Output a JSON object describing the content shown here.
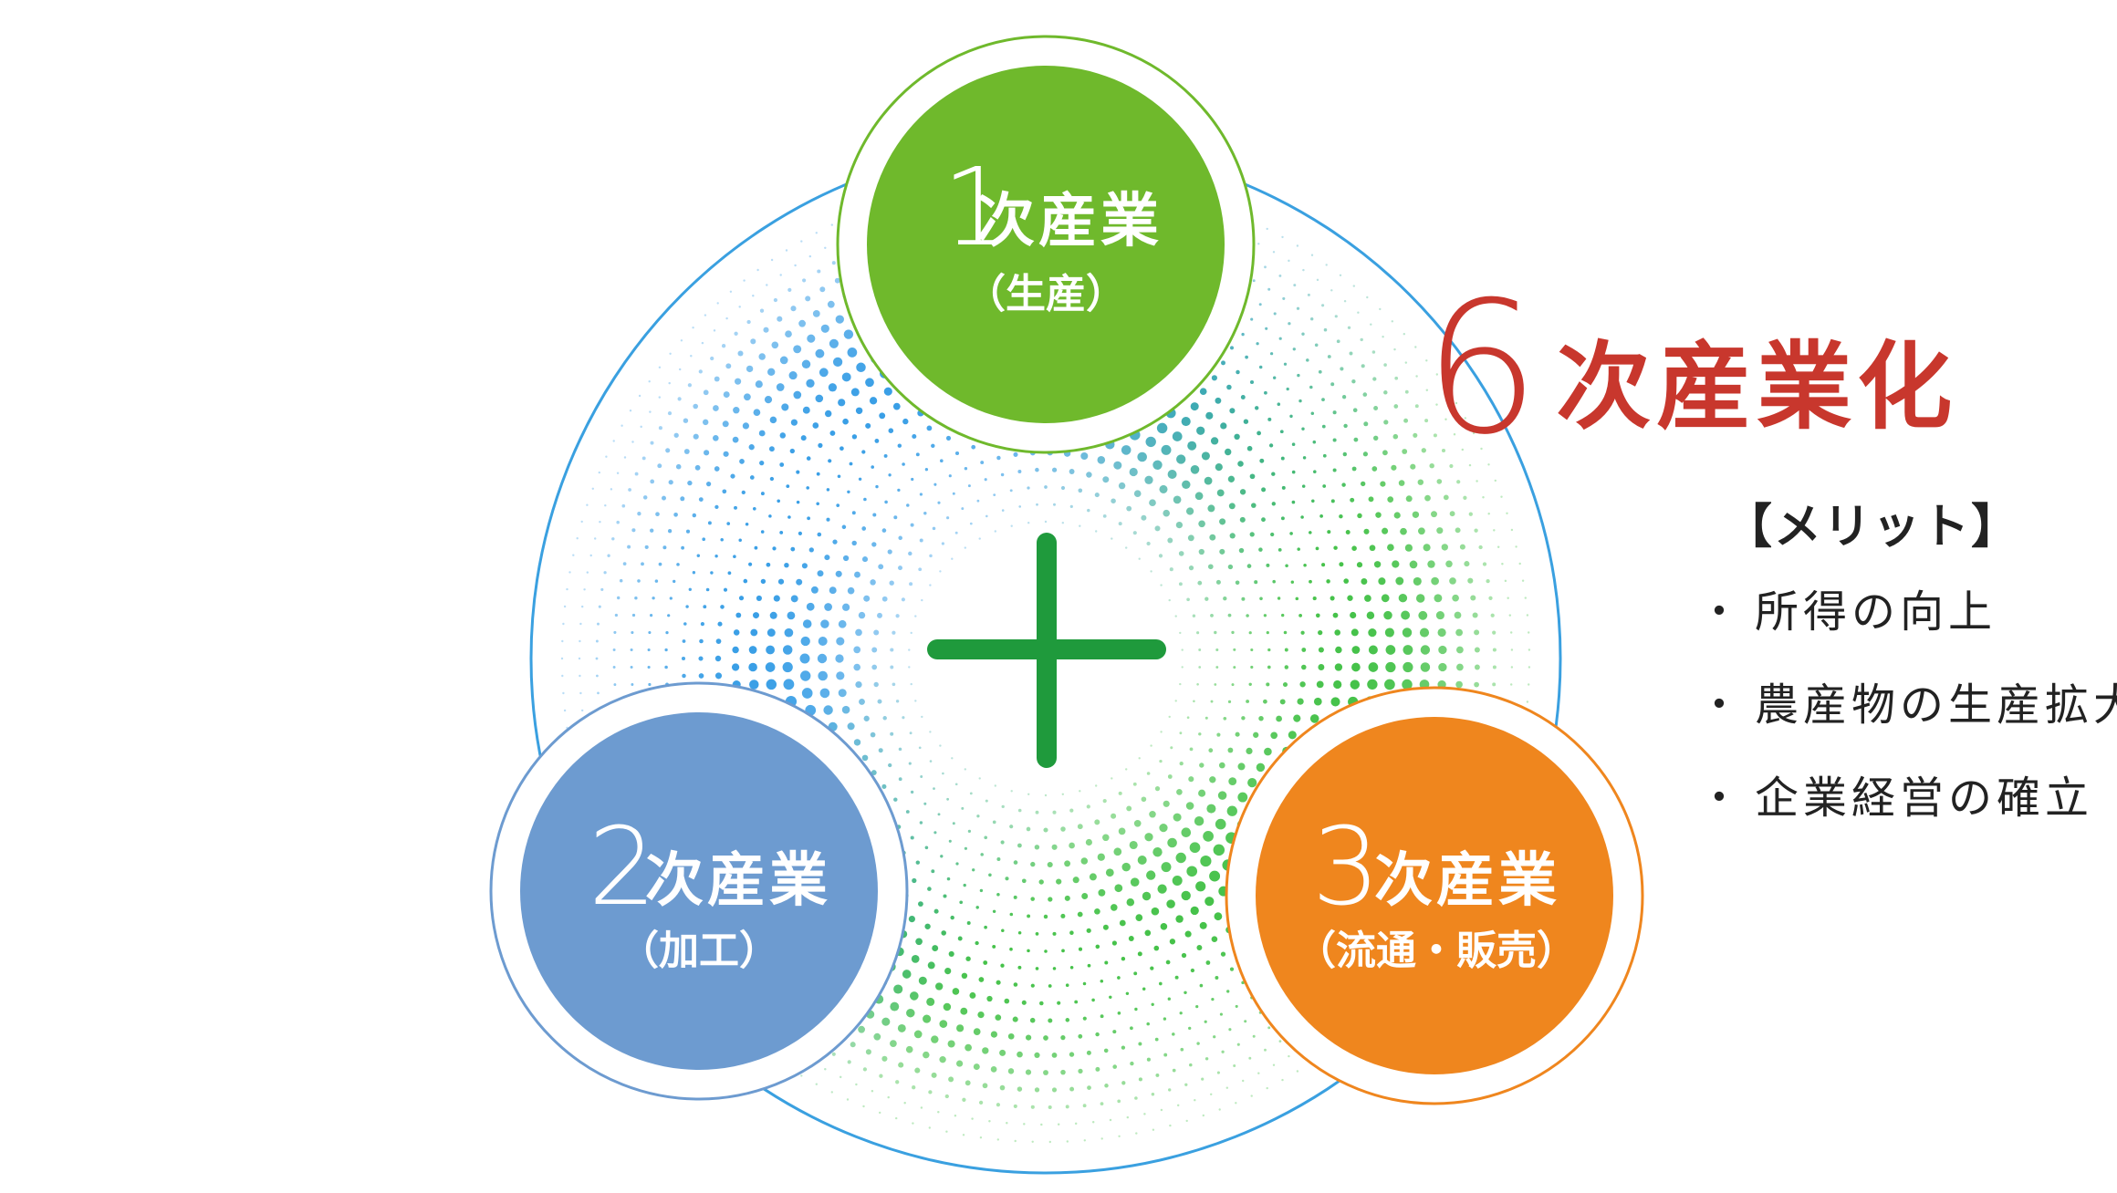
{
  "diagram": {
    "center_symbol": "+",
    "nodes": [
      {
        "id": "primary",
        "number": "1",
        "label": "次産業",
        "sub": "（生産）",
        "color": "#6fb92c"
      },
      {
        "id": "secondary",
        "number": "2",
        "label": "次産業",
        "sub": "（加工）",
        "color": "#6d9bd0"
      },
      {
        "id": "tertiary",
        "number": "3",
        "label": "次産業",
        "sub": "（流通・販売）",
        "color": "#ef861e"
      }
    ],
    "colors": {
      "outer_ring": "#3aa0e0",
      "plus": "#1f9a3c",
      "dots_blue": "#3a9fe6",
      "dots_green": "#46c24a",
      "accent_red": "#c8372d"
    }
  },
  "result": {
    "number": "6",
    "label": "次産業化",
    "merits_heading": "【メリット】",
    "bullet": "・",
    "merits": [
      "所得の向上",
      "農産物の生産拡大",
      "企業経営の確立"
    ]
  }
}
